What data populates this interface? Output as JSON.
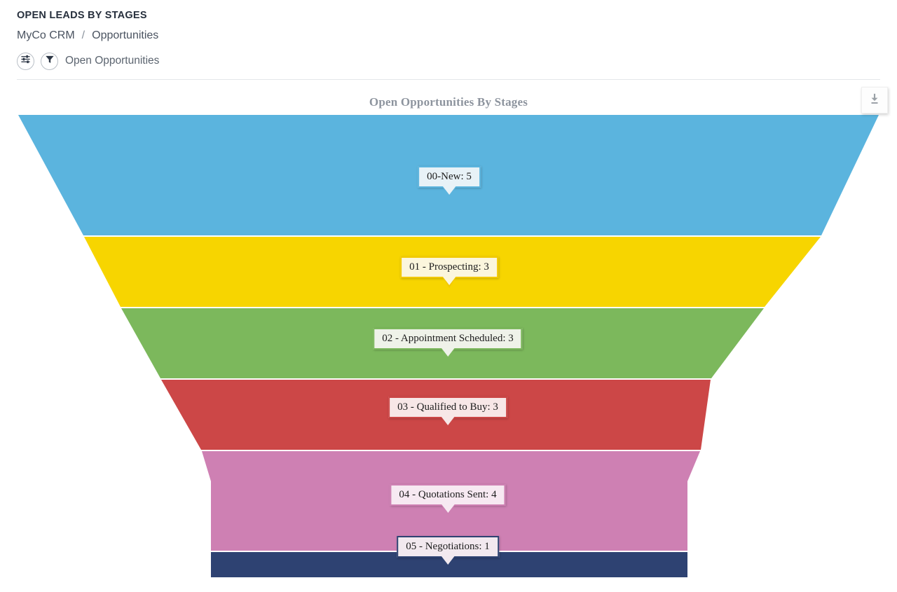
{
  "header": {
    "title": "OPEN LEADS BY STAGES",
    "breadcrumb": {
      "root": "MyCo CRM",
      "separator": "/",
      "current": "Opportunities"
    },
    "toolbar": {
      "settings_icon": "sliders-icon",
      "filter_icon": "funnel-filter-icon",
      "filter_label": "Open Opportunities"
    }
  },
  "chart": {
    "title": "Open Opportunities By Stages",
    "download_icon": "download-icon"
  },
  "chart_data": {
    "type": "bar",
    "subtype": "funnel",
    "title": "Open Opportunities By Stages",
    "xlabel": "",
    "ylabel": "",
    "legend": "none",
    "grid": false,
    "categories": [
      "00-New",
      "01 - Prospecting",
      "02 - Appointment Scheduled",
      "03 - Qualified to Buy",
      "04 - Quotations Sent",
      "05 - Negotiations"
    ],
    "values": [
      5,
      3,
      3,
      3,
      4,
      1
    ],
    "labels": [
      "00-New: 5",
      "01 - Prospecting: 3",
      "02 - Appointment Scheduled: 3",
      "03 - Qualified to Buy: 3",
      "04 - Quotations Sent: 4",
      "05 - Negotiations: 1"
    ],
    "colors": [
      "#5bb4de",
      "#f7d500",
      "#7cb85c",
      "#cc4747",
      "#ce80b3",
      "#2e4272"
    ],
    "label_fills": [
      "#e8f2f7",
      "#fbf6dd",
      "#eff2e9",
      "#f7e7e7",
      "#f7e9f2",
      "#f2e9ef"
    ]
  }
}
